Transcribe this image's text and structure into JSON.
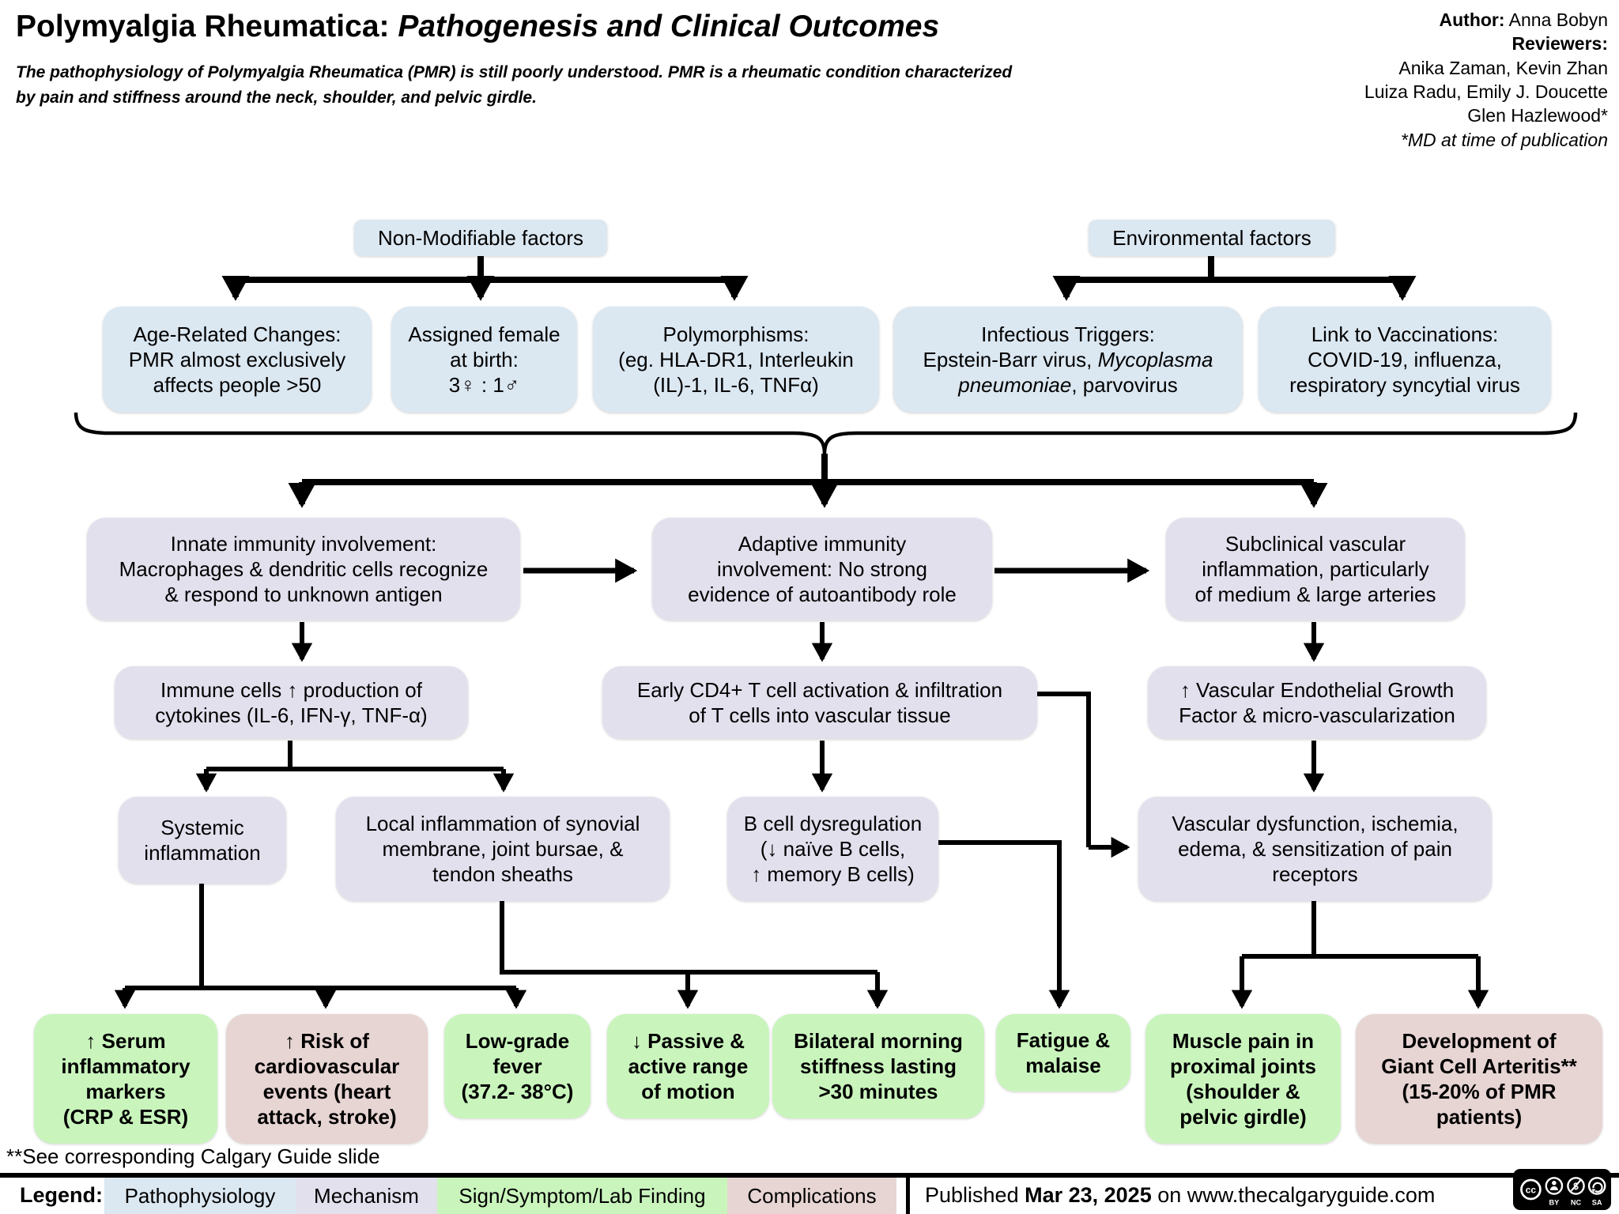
{
  "header": {
    "title_main": "Polymyalgia Rheumatica: ",
    "title_italic": "Pathogenesis and Clinical Outcomes",
    "subtitle_line1": "The pathophysiology of Polymyalgia Rheumatica (PMR) is still poorly understood. PMR is a rheumatic condition characterized",
    "subtitle_line2": "by pain and stiffness around the neck, shoulder, and pelvic girdle.",
    "author_label": "Author:",
    "author_name": "  Anna Bobyn",
    "reviewers_label": "Reviewers:",
    "reviewers": [
      "Anika Zaman, Kevin Zhan",
      "Luiza Radu, Emily J. Doucette",
      "Glen Hazlewood*"
    ],
    "md_note": "*MD at time of publication"
  },
  "categories": {
    "non_modifiable": "Non-Modifiable factors",
    "environmental": "Environmental factors"
  },
  "nodes": {
    "age": {
      "lines": [
        "Age-Related Changes:",
        "PMR almost exclusively",
        "affects people >50"
      ]
    },
    "sex": {
      "lines": [
        "Assigned female",
        "at birth:",
        "3♀ : 1♂"
      ]
    },
    "polymorphisms": {
      "lines": [
        "Polymorphisms:",
        "(eg. HLA-DR1, Interleukin",
        "(IL)-1, IL-6, TNFα)"
      ]
    },
    "infectious": {
      "line1": "Infectious Triggers:",
      "line2_normal": "Epstein-Barr virus, ",
      "line2_italic": "Mycoplasma",
      "line3_italic": "pneumoniae",
      "line3_normal": ", parvovirus"
    },
    "vaccinations": {
      "lines": [
        "Link to Vaccinations:",
        "COVID-19, influenza,",
        "respiratory syncytial virus"
      ]
    },
    "innate": {
      "lines": [
        "Innate immunity involvement:",
        "Macrophages & dendritic cells recognize",
        "& respond to unknown antigen"
      ]
    },
    "adaptive": {
      "lines": [
        "Adaptive immunity",
        "involvement: No strong",
        "evidence of autoantibody role"
      ]
    },
    "subclinical": {
      "lines": [
        "Subclinical vascular",
        "inflammation, particularly",
        "of medium & large arteries"
      ]
    },
    "cytokines": {
      "lines": [
        "Immune cells ↑ production of",
        "cytokines (IL-6, IFN-γ, TNF-α)"
      ]
    },
    "cd4": {
      "lines": [
        "Early CD4+ T cell activation & infiltration",
        "of T cells into vascular tissue"
      ]
    },
    "vegf": {
      "lines": [
        "↑ Vascular Endothelial Growth",
        "Factor & micro-vascularization"
      ]
    },
    "systemic": {
      "lines": [
        "Systemic",
        "inflammation"
      ]
    },
    "local": {
      "lines": [
        "Local inflammation of synovial",
        "membrane, joint bursae, &",
        "tendon sheaths"
      ]
    },
    "bcell": {
      "lines": [
        "B cell dysregulation",
        "(↓ naïve B cells,",
        "↑ memory B cells)"
      ]
    },
    "vascular_dysfunction": {
      "lines": [
        "Vascular dysfunction, ischemia,",
        "edema, & sensitization of pain",
        "receptors"
      ]
    },
    "serum": {
      "lines": [
        "↑ Serum",
        "inflammatory",
        "markers",
        "(CRP & ESR)"
      ]
    },
    "cardio": {
      "lines": [
        "↑ Risk of",
        "cardiovascular",
        "events (heart",
        "attack, stroke)"
      ]
    },
    "fever": {
      "lines": [
        "Low-grade",
        "fever",
        "(37.2- 38°C)"
      ]
    },
    "rom": {
      "lines": [
        "↓ Passive &",
        "active range",
        "of motion"
      ]
    },
    "stiffness": {
      "lines": [
        "Bilateral morning",
        "stiffness lasting",
        ">30 minutes"
      ]
    },
    "fatigue": {
      "lines": [
        "Fatigue &",
        "malaise"
      ]
    },
    "muscle": {
      "lines": [
        "Muscle pain in",
        "proximal joints",
        "(shoulder &",
        "pelvic girdle)"
      ]
    },
    "gca": {
      "lines": [
        "Development of",
        "Giant Cell Arteritis**",
        "(15-20% of PMR",
        "patients)"
      ]
    }
  },
  "footnote": "**See corresponding Calgary Guide slide",
  "legend": {
    "label": "Legend:",
    "items": [
      {
        "label": "Pathophysiology",
        "color": "#dbe7f1"
      },
      {
        "label": "Mechanism",
        "color": "#e3e0ee"
      },
      {
        "label": "Sign/Symptom/Lab Finding",
        "color": "#c9f5bd"
      },
      {
        "label": "Complications",
        "color": "#e7d5d3"
      }
    ],
    "published_prefix": "Published ",
    "published_date": "Mar 23, 2025",
    "published_suffix": " on www.thecalgaryguide.com",
    "license": {
      "cc": "cc",
      "by": "BY",
      "nc": "NC",
      "sa": "SA"
    }
  },
  "colors": {
    "pathophysiology": "#dbe7f1",
    "mechanism": "#e3e0ee",
    "sign_symptom_lab": "#c9f5bd",
    "complications": "#e7d5d3",
    "connector": "#000000"
  }
}
